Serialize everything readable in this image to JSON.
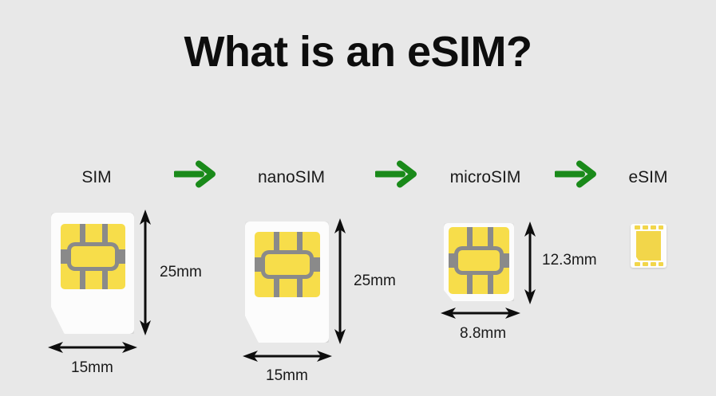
{
  "title": "What is an eSIM?",
  "colors": {
    "background": "#e8e8e8",
    "chip_gold": "#f7dd4a",
    "chip_contact_gray": "#8a8a8a",
    "card_white": "#fcfcfc",
    "arrow_green": "#1a8a1a",
    "text_black": "#1a1a1a"
  },
  "stages": [
    {
      "id": "sim",
      "label": "SIM",
      "height_label": "25mm",
      "width_label": "15mm"
    },
    {
      "id": "nanosim",
      "label": "nanoSIM",
      "height_label": "25mm",
      "width_label": "15mm"
    },
    {
      "id": "microsim",
      "label": "microSIM",
      "height_label": "12.3mm",
      "width_label": "8.8mm"
    },
    {
      "id": "esim",
      "label": "eSIM",
      "height_label": "",
      "width_label": ""
    }
  ],
  "flow_arrows": [
    {
      "id": "arrow-sim-to-nanosim",
      "icon": "arrow-right-icon"
    },
    {
      "id": "arrow-nanosim-to-microsim",
      "icon": "arrow-right-icon"
    },
    {
      "id": "arrow-microsim-to-esim",
      "icon": "arrow-right-icon"
    }
  ]
}
